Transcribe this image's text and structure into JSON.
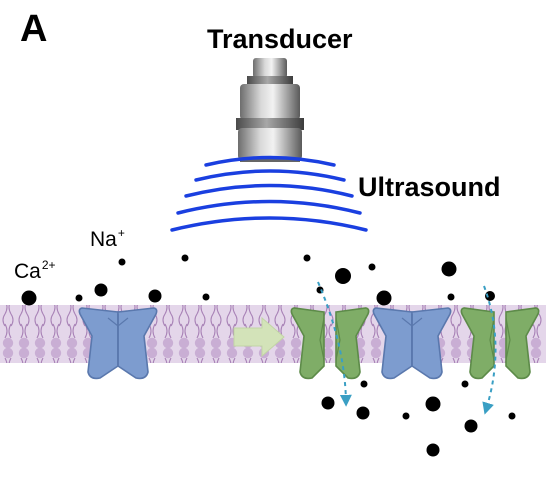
{
  "figure": {
    "panel_letter": "A",
    "transducer_label": "Transducer",
    "ultrasound_label": "Ultrasound",
    "ions": {
      "na_symbol": "Na",
      "na_charge": "+",
      "ca_symbol": "Ca",
      "ca_charge": "2+"
    }
  },
  "colors": {
    "membrane": "#cdb3d6",
    "membrane_lines": "#a77fb5",
    "channel_closed": "#7d9ccf",
    "channel_open": "#7fad67",
    "arrow_transition": "#d3e3b9",
    "ion_flow_arrow": "#3a9fc4",
    "ultrasound_wave": "#1a3fe0",
    "transducer_metal": "#9a9a9a"
  },
  "icons": [
    "transducer-icon",
    "ultrasound-wave-icon",
    "ion-channel-closed-icon",
    "ion-channel-open-icon",
    "transition-arrow-icon"
  ]
}
